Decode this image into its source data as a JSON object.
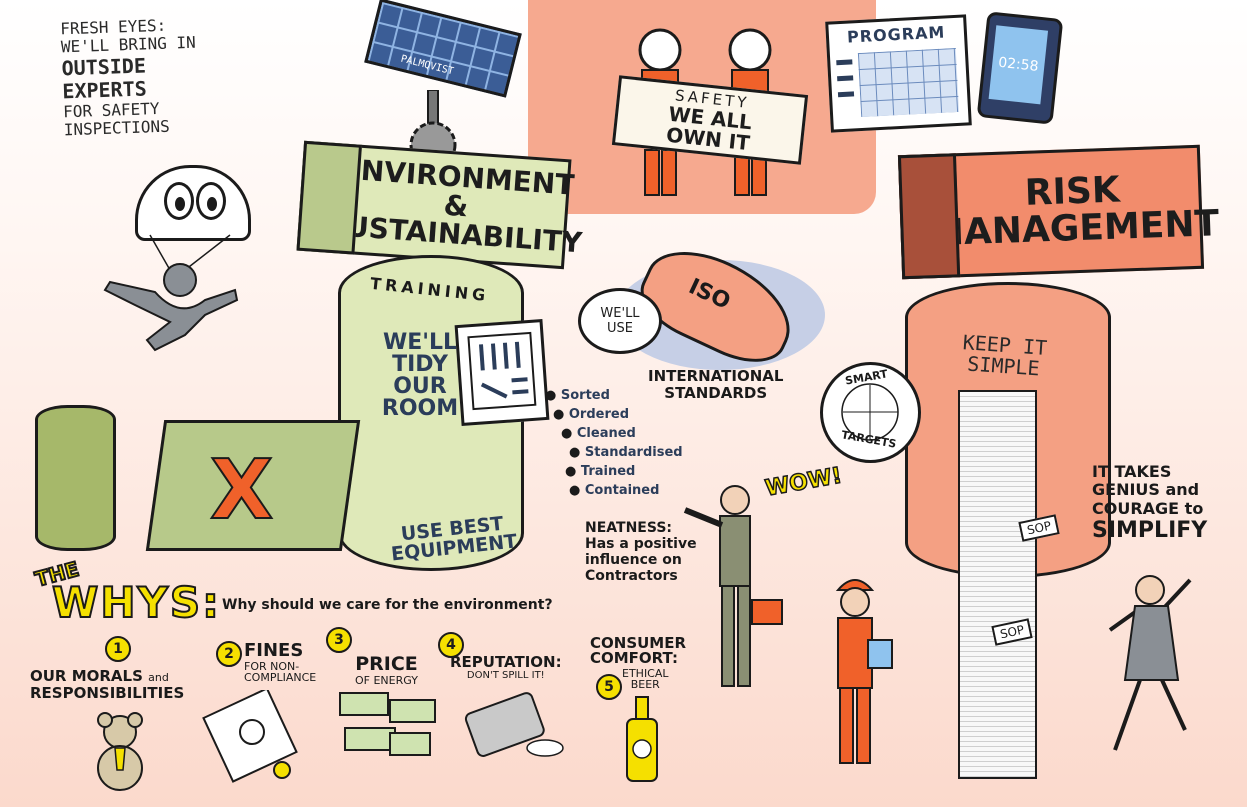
{
  "fresh_eyes": {
    "line1": "FRESH EYES:",
    "line2": "WE'LL BRING IN",
    "line3": "OUTSIDE",
    "line4": "EXPERTS",
    "line5": "FOR SAFETY",
    "line6": "INSPECTIONS"
  },
  "solar_label": "PALMQVIST",
  "env": {
    "title_line1": "ENVIRONMENT &",
    "title_line2": "SUSTAINABILITY",
    "training": "TRAINING",
    "tidy_line1": "WE'LL",
    "tidy_line2": "TIDY",
    "tidy_line3": "OUR",
    "tidy_line4": "ROOM",
    "equip_line1": "USE BEST",
    "equip_line2": "EQUIPMENT",
    "checklist": [
      "Sorted",
      "Ordered",
      "Cleaned",
      "Standardised",
      "Trained",
      "Contained"
    ],
    "neatness_title": "NEATNESS:",
    "neatness_line1": "Has a positive",
    "neatness_line2": "influence on",
    "neatness_line3": "Contractors"
  },
  "safety_sign": {
    "line1": "SAFETY",
    "line2": "WE ALL",
    "line3": "OWN IT"
  },
  "program_label": "PROGRAM",
  "tablet_time": "02:58",
  "iso": {
    "bubble_line1": "WE'LL",
    "bubble_line2": "USE",
    "plane_label": "ISO",
    "caption_line1": "INTERNATIONAL",
    "caption_line2": "STANDARDS"
  },
  "wow": "WOW!",
  "risk": {
    "title_line1": "RISK",
    "title_line2": "MANAGEMENT",
    "keep_line1": "KEEP IT",
    "keep_line2": "SIMPLE",
    "smart_line1": "SMART",
    "smart_line2": "TARGETS",
    "sop1": "SOP",
    "sop2": "SOP",
    "genius_line1": "IT TAKES",
    "genius_line2": "GENIUS and",
    "genius_line3": "COURAGE to",
    "genius_line4": "SIMPLIFY"
  },
  "whys": {
    "the": "THE",
    "title": "WHYS:",
    "question": "Why should we care for the environment?",
    "items": [
      {
        "num": "1",
        "line1": "OUR MORALS",
        "and": "and",
        "line2": "RESPONSIBILITIES"
      },
      {
        "num": "2",
        "line1": "FINES",
        "line2": "FOR NON-",
        "line3": "COMPLIANCE"
      },
      {
        "num": "3",
        "line1": "PRICE",
        "line2": "OF ENERGY"
      },
      {
        "num": "4",
        "line1": "REPUTATION:",
        "line2": "DON'T SPILL IT!"
      },
      {
        "num": "5",
        "line1": "CONSUMER",
        "line2": "COMFORT:",
        "line3": "ETHICAL",
        "line4": "BEER"
      }
    ]
  },
  "colors": {
    "salmon": "#f6a98f",
    "env_green": "#dfe9b9",
    "risk_orange": "#f28c6c",
    "yellow": "#f5e000",
    "x_orange": "#f0612a"
  }
}
